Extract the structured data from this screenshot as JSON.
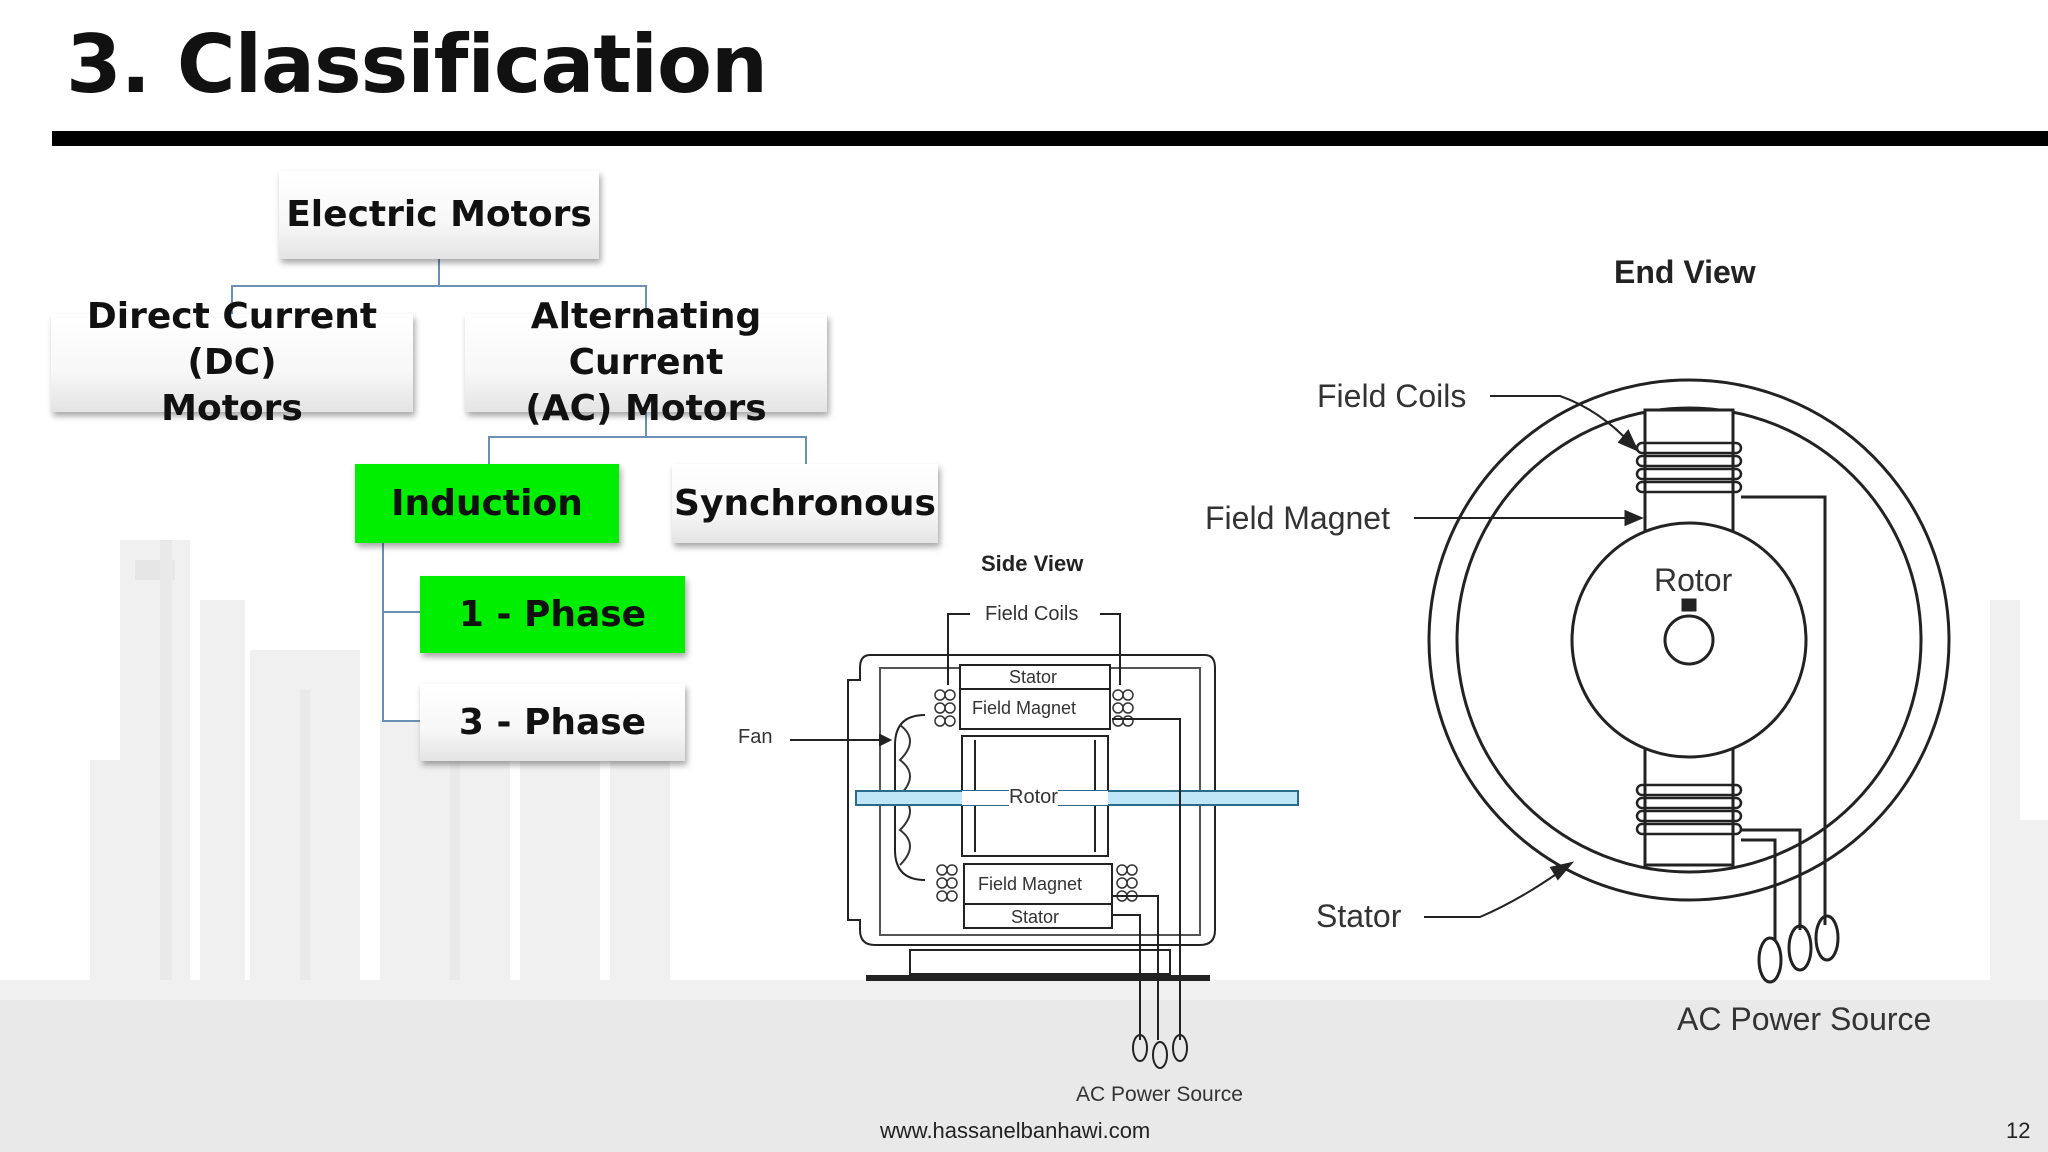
{
  "slide": {
    "title": "3. Classification",
    "footer_url": "www.hassanelbanhawi.com",
    "page_number": "12"
  },
  "tree": {
    "root": "Electric Motors",
    "dc": [
      "Direct Current (DC)",
      "Motors"
    ],
    "ac": [
      "Alternating Current",
      "(AC) Motors"
    ],
    "induction": "Induction",
    "synchronous": "Synchronous",
    "one_phase": "1 - Phase",
    "three_phase": "3 - Phase",
    "highlight_color": "#00ee00"
  },
  "side_view": {
    "title": "Side View",
    "field_coils": "Field Coils",
    "stator_top": "Stator",
    "field_magnet_top": "Field Magnet",
    "fan": "Fan",
    "rotor": "Rotor",
    "field_magnet_bottom": "Field Magnet",
    "stator_bottom": "Stator",
    "power_source": "AC Power Source"
  },
  "end_view": {
    "title": "End View",
    "field_coils": "Field Coils",
    "field_magnet": "Field Magnet",
    "rotor": "Rotor",
    "stator": "Stator",
    "power_source": "AC Power Source"
  }
}
